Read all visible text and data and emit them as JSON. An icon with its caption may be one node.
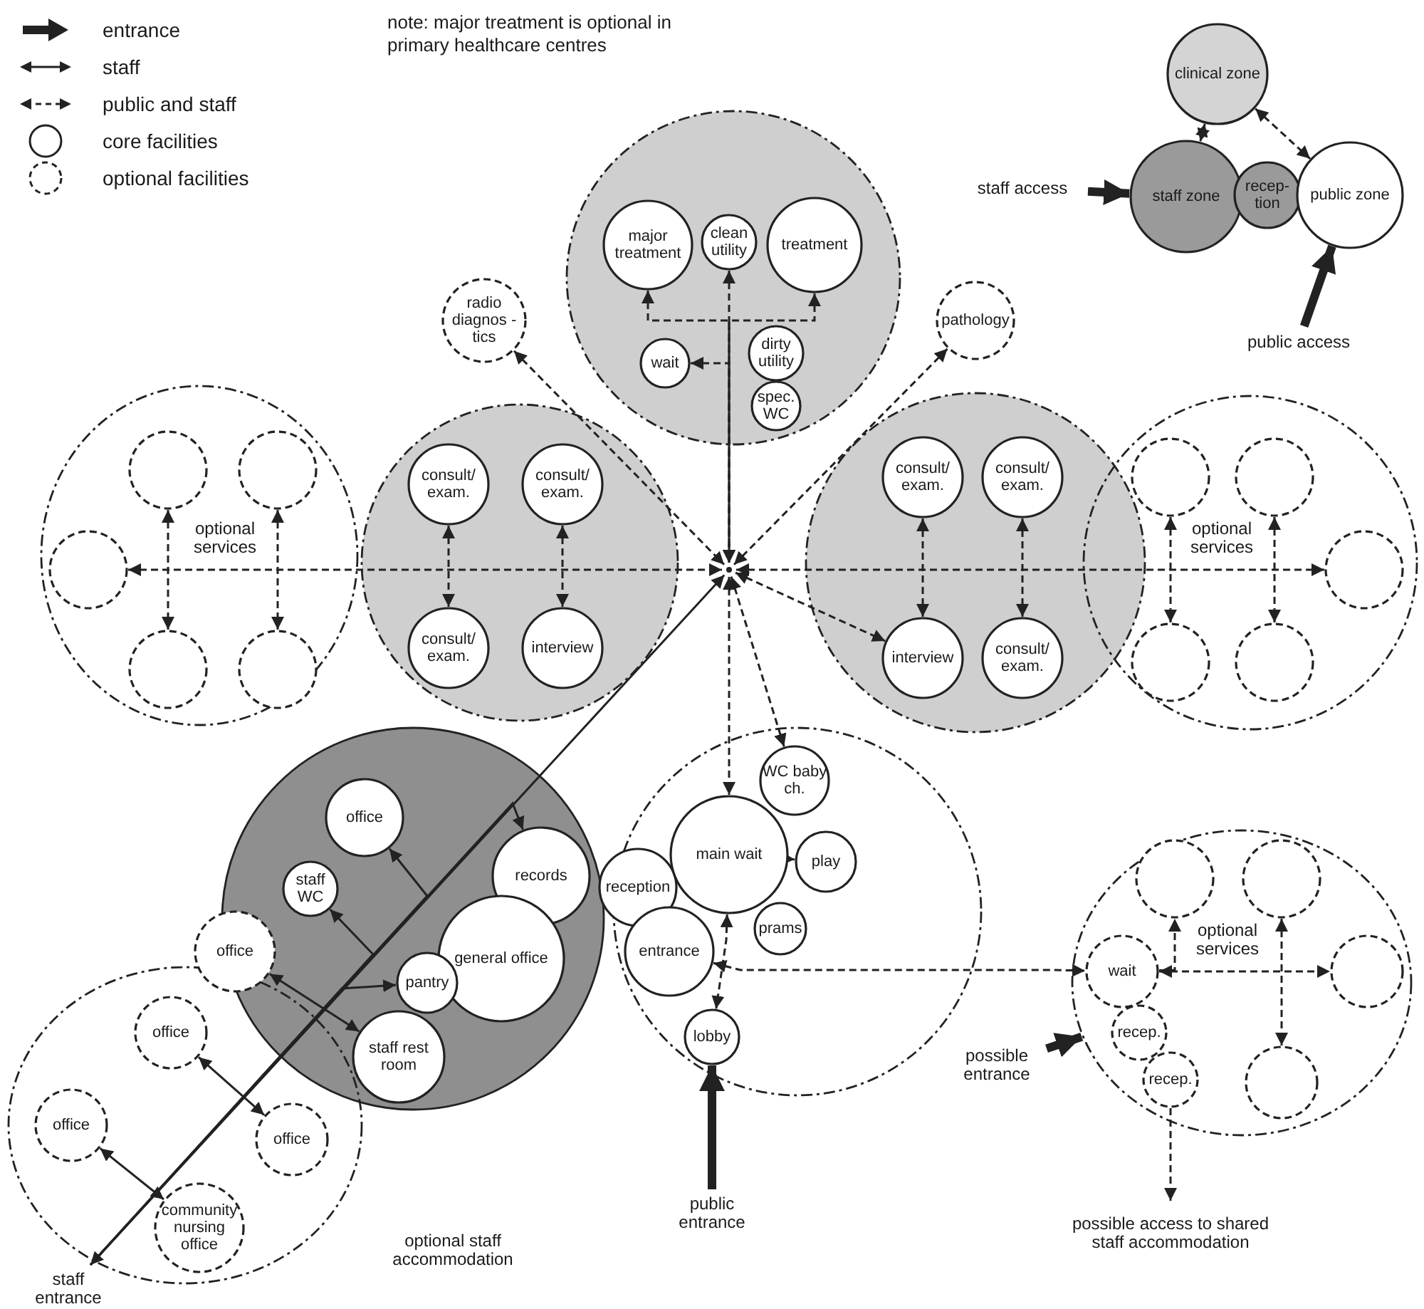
{
  "diagram": {
    "nodes": [
      {
        "text": [
          "clinical zone"
        ]
      },
      {
        "text": [
          "staff zone"
        ]
      },
      {
        "text": [
          "recep- tion"
        ]
      },
      {
        "text": [
          "public zone"
        ]
      },
      {
        "text": [
          "staff access"
        ]
      },
      {
        "text": [
          "public access"
        ]
      },
      {
        "text": [],
        "shape": "circle"
      },
      {
        "text": [
          "major treatment"
        ],
        "in": 6
      },
      {
        "text": [
          "clean utility"
        ],
        "in": 6
      },
      {
        "text": [
          "treatment"
        ],
        "in": 6
      },
      {
        "text": [
          "wait"
        ],
        "in": 6
      },
      {
        "text": [
          "dirty utility"
        ],
        "in": 6
      },
      {
        "text": [
          "spec. WC"
        ],
        "in": 6
      },
      {
        "text": [
          "radio diagnos -tics"
        ]
      },
      {
        "text": [
          "pathology"
        ]
      },
      {
        "text": [
          "optional services"
        ]
      },
      {
        "text": [],
        "shape": "circle",
        "in": 15
      },
      {
        "text": [],
        "shape": "circle",
        "in": 15
      },
      {
        "text": [],
        "shape": "circle",
        "in": 15
      },
      {
        "text": [],
        "shape": "circle",
        "in": 15
      },
      {
        "text": [],
        "shape": "circle",
        "in": 15
      },
      {
        "text": [],
        "shape": "circle"
      },
      {
        "text": [
          "consult/ exam."
        ],
        "in": 21
      },
      {
        "text": [
          "consult/ exam."
        ],
        "in": 21
      },
      {
        "text": [
          "consult/ exam."
        ],
        "in": 21
      },
      {
        "text": [
          "interview"
        ],
        "in": 21
      },
      {
        "text": [],
        "shape": "point"
      },
      {
        "text": [],
        "shape": "circle"
      },
      {
        "text": [
          "consult/ exam."
        ],
        "in": 27
      },
      {
        "text": [
          "consult/ exam."
        ],
        "in": 27
      },
      {
        "text": [
          "interview"
        ],
        "in": 27
      },
      {
        "text": [
          "consult/ exam."
        ],
        "in": 27
      },
      {
        "text": [
          "optional services"
        ]
      },
      {
        "text": [],
        "shape": "circle",
        "in": 32
      },
      {
        "text": [],
        "shape": "circle",
        "in": 32
      },
      {
        "text": [],
        "shape": "circle",
        "in": 32
      },
      {
        "text": [],
        "shape": "circle",
        "in": 32
      },
      {
        "text": [],
        "shape": "circle",
        "in": 32
      },
      {
        "text": [],
        "shape": "circle"
      },
      {
        "text": [
          "office"
        ],
        "in": 38
      },
      {
        "text": [
          "staff WC"
        ],
        "in": 38
      },
      {
        "text": [
          "office"
        ]
      },
      {
        "text": [
          "records"
        ],
        "in": 38
      },
      {
        "text": [
          "general office"
        ],
        "in": 38
      },
      {
        "text": [
          "pantry"
        ],
        "in": 38
      },
      {
        "text": [
          "staff rest room"
        ],
        "in": 38
      },
      {
        "text": [
          "reception"
        ]
      },
      {
        "text": [],
        "shape": "circle"
      },
      {
        "text": [
          "WC baby ch."
        ],
        "in": 47
      },
      {
        "text": [
          "main wait"
        ],
        "in": 47
      },
      {
        "text": [
          "play"
        ],
        "in": 47
      },
      {
        "text": [
          "prams"
        ],
        "in": 47
      },
      {
        "text": [
          "entrance"
        ],
        "in": 47
      },
      {
        "text": [
          "lobby"
        ],
        "in": 47
      },
      {
        "text": [
          "optional staff accommodation"
        ]
      },
      {
        "text": [
          "office"
        ],
        "in": 54
      },
      {
        "text": [
          "office"
        ],
        "in": 54
      },
      {
        "text": [
          "office"
        ],
        "in": 54
      },
      {
        "text": [
          "community nursing office"
        ],
        "in": 54
      },
      {
        "text": [
          "staff entrance"
        ]
      },
      {
        "text": [
          "public entrance"
        ]
      },
      {
        "text": [
          "possible entrance"
        ]
      },
      {
        "text": [
          "optional services"
        ]
      },
      {
        "text": [
          "wait"
        ],
        "in": 62
      },
      {
        "text": [
          "recep."
        ],
        "in": 62
      },
      {
        "text": [
          "recep."
        ],
        "in": 62
      },
      {
        "text": [],
        "shape": "circle",
        "in": 62
      },
      {
        "text": [],
        "shape": "circle",
        "in": 62
      },
      {
        "text": [],
        "shape": "circle",
        "in": 62
      },
      {
        "text": [],
        "shape": "circle",
        "in": 62
      },
      {
        "text": [
          "possible access to shared staff accommodation"
        ]
      }
    ],
    "edges": [
      {
        "from": 4,
        "to": 1,
        "arrow": "to",
        "style": "thick"
      },
      {
        "from": 5,
        "to": 3,
        "arrow": "to",
        "style": "thick"
      },
      {
        "from": 1,
        "to": 0,
        "arrow": "both"
      },
      {
        "from": 0,
        "to": 3,
        "arrow": "both",
        "style": "dashed"
      },
      {
        "from": 8,
        "to": 26,
        "arrow": "both",
        "style": "dashed"
      },
      {
        "from": 7,
        "to": 26,
        "arrow": "both",
        "style": "dashed"
      },
      {
        "from": 9,
        "to": 26,
        "arrow": "both",
        "style": "dashed"
      },
      {
        "from": 26,
        "to": 14,
        "arrow": "both",
        "style": "dashed"
      },
      {
        "from": 13,
        "to": 26,
        "arrow": "both",
        "style": "dashed"
      },
      {
        "from": 10,
        "to": 26,
        "arrow": "both",
        "style": "dashed"
      },
      {
        "from": 18,
        "to": 26,
        "arrow": "both",
        "style": "dashed"
      },
      {
        "from": 26,
        "to": 35,
        "arrow": "both",
        "style": "dashed"
      },
      {
        "from": 26,
        "to": 30,
        "arrow": "both",
        "style": "dashed"
      },
      {
        "from": 26,
        "to": 48,
        "arrow": "both",
        "style": "dashed"
      },
      {
        "from": 26,
        "to": 49,
        "arrow": "both",
        "style": "dashed"
      },
      {
        "from": 22,
        "to": 24,
        "arrow": "both",
        "style": "dashed"
      },
      {
        "from": 23,
        "to": 25,
        "arrow": "both",
        "style": "dashed"
      },
      {
        "from": 28,
        "to": 30,
        "arrow": "both",
        "style": "dashed"
      },
      {
        "from": 29,
        "to": 31,
        "arrow": "both",
        "style": "dashed"
      },
      {
        "from": 16,
        "to": 19,
        "arrow": "both",
        "style": "dashed"
      },
      {
        "from": 17,
        "to": 20,
        "arrow": "both",
        "style": "dashed"
      },
      {
        "from": 33,
        "to": 36,
        "arrow": "both",
        "style": "dashed"
      },
      {
        "from": 34,
        "to": 37,
        "arrow": "both",
        "style": "dashed"
      },
      {
        "from": 49,
        "to": 53,
        "arrow": "both",
        "style": "dashed"
      },
      {
        "from": 49,
        "to": 50,
        "arrow": "to"
      },
      {
        "from": 52,
        "to": 63,
        "arrow": "both",
        "style": "dashed"
      },
      {
        "from": 63,
        "to": 68,
        "arrow": "both",
        "style": "dashed"
      },
      {
        "from": 63,
        "to": 66,
        "arrow": "to",
        "style": "dashed"
      },
      {
        "from": 67,
        "to": 69,
        "arrow": "both",
        "style": "dashed"
      },
      {
        "from": 65,
        "to": 70,
        "arrow": "to",
        "style": "dashed"
      },
      {
        "from": 60,
        "to": 53,
        "arrow": "to",
        "style": "thick"
      },
      {
        "from": 61,
        "to": 62,
        "arrow": "to",
        "style": "thick"
      },
      {
        "from": 59,
        "to": 26,
        "arrow": "both"
      },
      {
        "from": 59,
        "to": 42,
        "arrow": "to"
      },
      {
        "from": 59,
        "to": 39,
        "arrow": "to"
      },
      {
        "from": 59,
        "to": 40,
        "arrow": "to"
      },
      {
        "from": 59,
        "to": 44,
        "arrow": "to"
      },
      {
        "from": 41,
        "to": 45,
        "arrow": "both"
      },
      {
        "from": 55,
        "to": 57,
        "arrow": "both"
      },
      {
        "from": 56,
        "to": 58,
        "arrow": "both"
      }
    ],
    "labels": [
      "note: major treatment is optional in primary healthcare centres"
    ],
    "legend": [
      {
        "text": "entrance"
      },
      {
        "text": "staff"
      },
      {
        "text": "public and staff"
      },
      {
        "text": "core facilities"
      },
      {
        "text": "optional facilities"
      }
    ]
  }
}
